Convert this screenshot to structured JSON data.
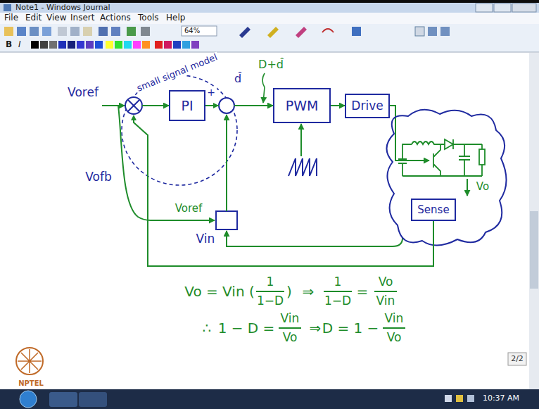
{
  "diagram": {
    "nodes": [
      {
        "text": [
          "PI"
        ]
      },
      {
        "text": [
          "PWM"
        ]
      },
      {
        "text": [
          "Drive"
        ]
      },
      {
        "text": [
          "Sense"
        ]
      }
    ],
    "edges": [
      {
        "from": 0,
        "to": 1,
        "arrow": "to"
      },
      {
        "from": 1,
        "to": 2,
        "arrow": "to"
      },
      {
        "from": 3,
        "to": 0,
        "arrow": "to"
      }
    ],
    "labels": [
      "Note1 - Windows Journal",
      "File",
      "Edit",
      "View",
      "Insert",
      "Actions",
      "Tools",
      "Help",
      "64%",
      "B",
      "I",
      "small signal model",
      "d̂",
      "D+d̂",
      "+",
      "Voref",
      "Vofb",
      "Voref",
      "Vin",
      "Vo",
      "Vo = Vin (",
      "1",
      "1−D",
      ")",
      "⇒",
      "1",
      "1−D",
      "=",
      "Vo",
      "Vin",
      "∴",
      "1 − D =",
      "Vin",
      "Vo",
      "⇒",
      "D = 1 −",
      "Vin",
      "Vo",
      "2/2",
      "10:37 AM",
      "NPTEL"
    ]
  }
}
